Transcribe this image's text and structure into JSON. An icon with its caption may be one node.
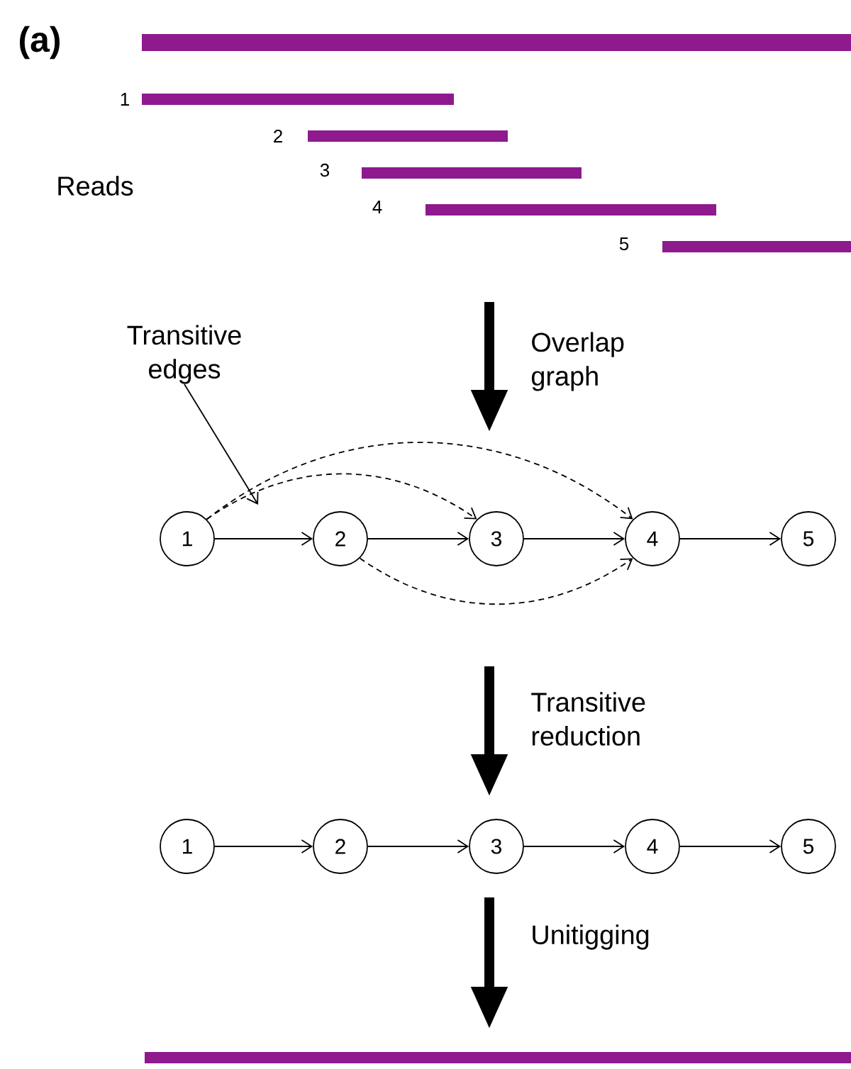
{
  "diagram": {
    "nodes": [
      {
        "text": [
          "Transitive edges"
        ]
      },
      {
        "text": [
          "1"
        ]
      },
      {
        "text": [
          "2"
        ]
      },
      {
        "text": [
          "3"
        ]
      },
      {
        "text": [
          "4"
        ]
      },
      {
        "text": [
          "5"
        ]
      },
      {
        "text": [
          "1"
        ]
      },
      {
        "text": [
          "2"
        ]
      },
      {
        "text": [
          "3"
        ]
      },
      {
        "text": [
          "4"
        ]
      },
      {
        "text": [
          "5"
        ]
      }
    ],
    "edges": [
      {
        "from": 1,
        "to": 2,
        "arrow": "to"
      },
      {
        "from": 2,
        "to": 3,
        "arrow": "to"
      },
      {
        "from": 3,
        "to": 4,
        "arrow": "to"
      },
      {
        "from": 4,
        "to": 5,
        "arrow": "to"
      },
      {
        "from": 1,
        "to": 3,
        "arrow": "to",
        "style": "dashed"
      },
      {
        "from": 1,
        "to": 4,
        "arrow": "to",
        "style": "dashed"
      },
      {
        "from": 2,
        "to": 4,
        "arrow": "to",
        "style": "dashed"
      },
      {
        "from": 0,
        "to": null,
        "arrow": "to"
      },
      {
        "from": 6,
        "to": 7,
        "arrow": "to"
      },
      {
        "from": 7,
        "to": 8,
        "arrow": "to"
      },
      {
        "from": 8,
        "to": 9,
        "arrow": "to"
      },
      {
        "from": 9,
        "to": 10,
        "arrow": "to"
      }
    ],
    "labels": [
      "(a)",
      "1",
      "2",
      "3",
      "4",
      "5",
      "Reads",
      "Overlap graph",
      "Transitive reduction",
      "Unitigging"
    ]
  }
}
